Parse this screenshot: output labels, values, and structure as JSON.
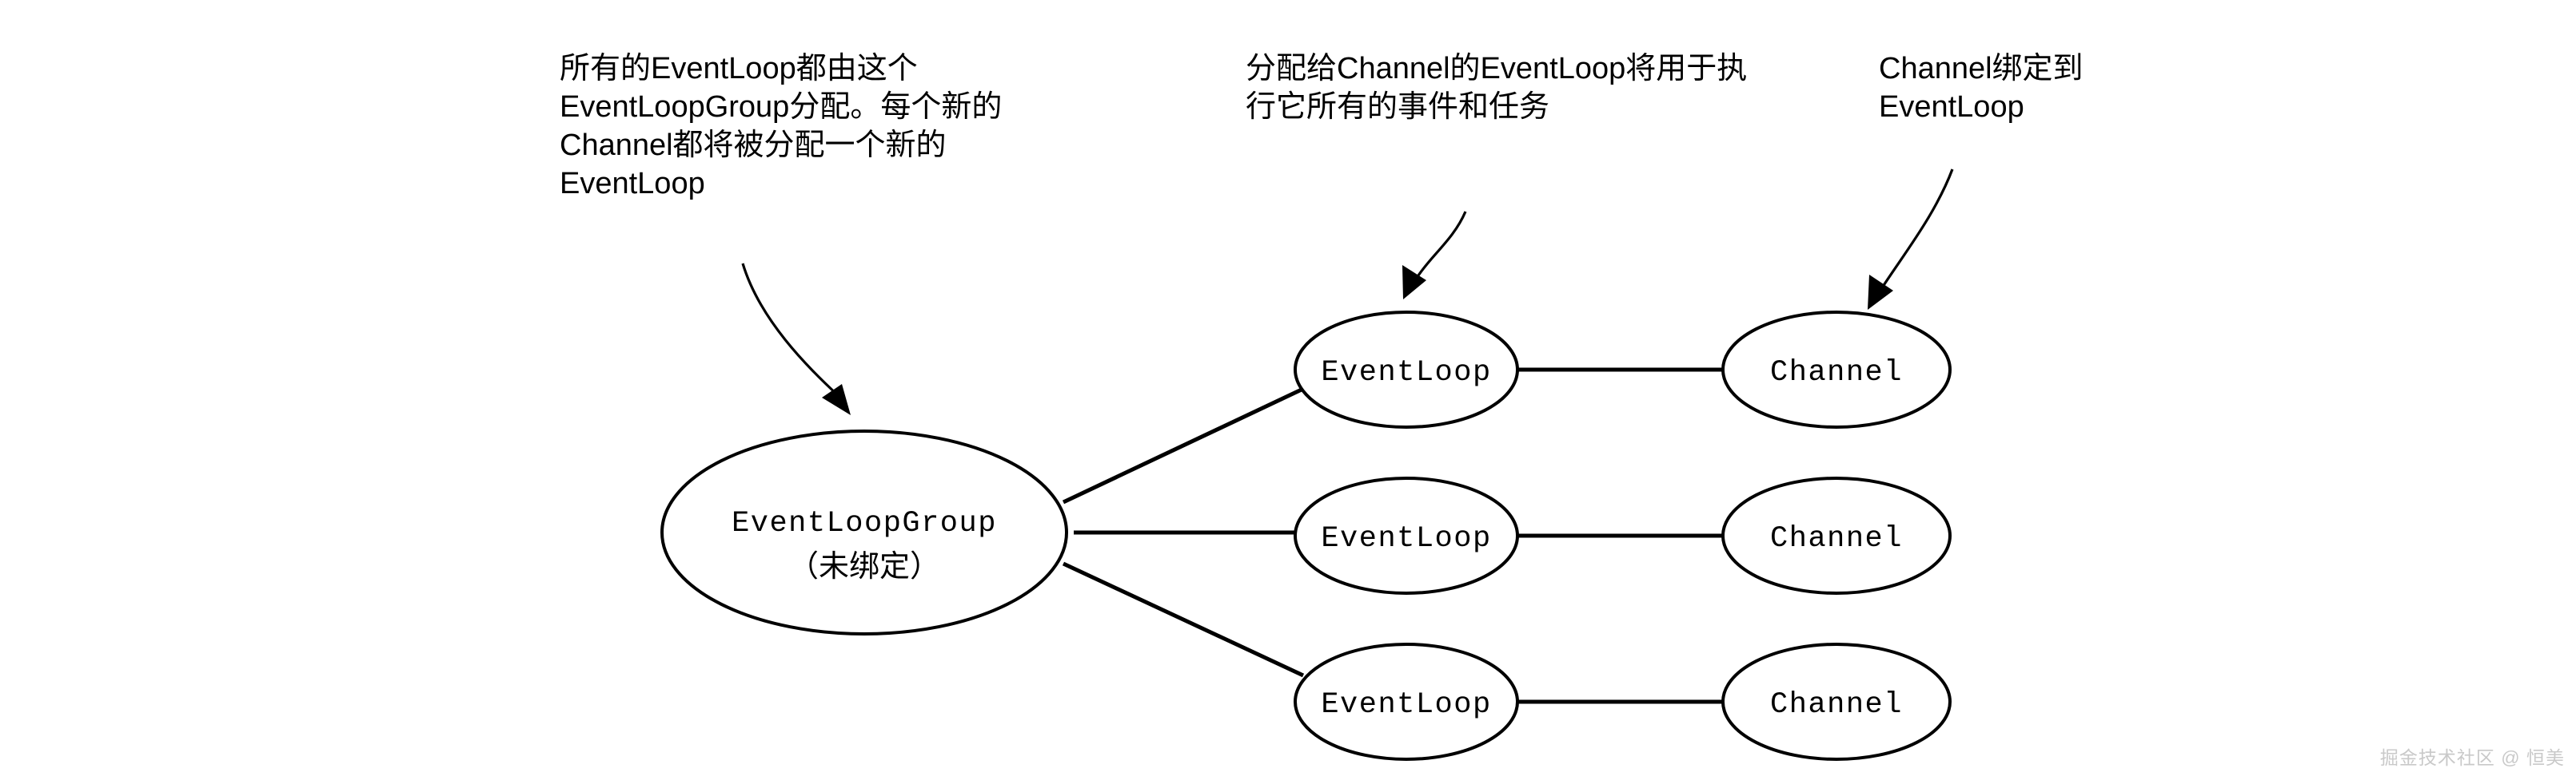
{
  "diagram": {
    "title": "Netty EventLoopGroup / EventLoop / Channel relationship",
    "background_color": "#ffffff",
    "stroke_color": "#000000",
    "annotations": [
      {
        "id": "annotation-eventloopgroup",
        "text": "所有的EventLoop都由这个EventLoopGroup分配。每个新的Channel都将被分配一个新的EventLoop"
      },
      {
        "id": "annotation-eventloop",
        "text": "分配给Channel的EventLoop将用于执行它所有的事件和任务"
      },
      {
        "id": "annotation-channel",
        "text": "Channel绑定到EventLoop"
      }
    ],
    "nodes": {
      "group": {
        "id": "node-eventloopgroup",
        "label": "EventLoopGroup",
        "sublabel": "（未绑定）"
      },
      "eventloops": [
        {
          "id": "node-eventloop-1",
          "label": "EventLoop"
        },
        {
          "id": "node-eventloop-2",
          "label": "EventLoop"
        },
        {
          "id": "node-eventloop-3",
          "label": "EventLoop"
        }
      ],
      "channels": [
        {
          "id": "node-channel-1",
          "label": "Channel"
        },
        {
          "id": "node-channel-2",
          "label": "Channel"
        },
        {
          "id": "node-channel-3",
          "label": "Channel"
        }
      ]
    },
    "edges": [
      {
        "id": "edge-group-eventloop-1",
        "from": "node-eventloopgroup",
        "to": "node-eventloop-1"
      },
      {
        "id": "edge-group-eventloop-2",
        "from": "node-eventloopgroup",
        "to": "node-eventloop-2"
      },
      {
        "id": "edge-group-eventloop-3",
        "from": "node-eventloopgroup",
        "to": "node-eventloop-3"
      },
      {
        "id": "edge-eventloop-channel-1",
        "from": "node-eventloop-1",
        "to": "node-channel-1"
      },
      {
        "id": "edge-eventloop-channel-2",
        "from": "node-eventloop-2",
        "to": "node-channel-2"
      },
      {
        "id": "edge-eventloop-channel-3",
        "from": "node-eventloop-3",
        "to": "node-channel-3"
      }
    ],
    "pointers": [
      {
        "id": "pointer-to-group",
        "from": "annotation-eventloopgroup",
        "to": "node-eventloopgroup"
      },
      {
        "id": "pointer-to-eventloop",
        "from": "annotation-eventloop",
        "to": "node-eventloop-1"
      },
      {
        "id": "pointer-to-channel",
        "from": "annotation-channel",
        "to": "node-channel-1"
      }
    ]
  },
  "watermark": {
    "text": "掘金技术社区 @ 恒美",
    "color": "#c9c9c9"
  }
}
